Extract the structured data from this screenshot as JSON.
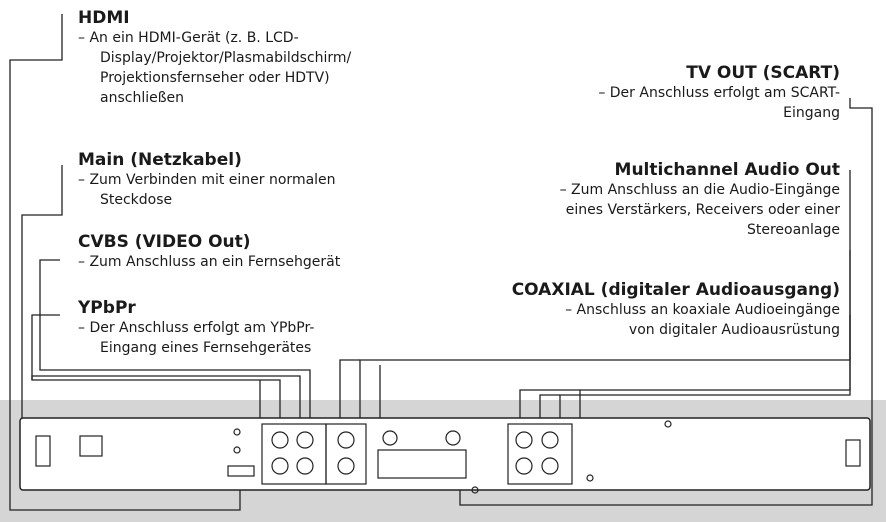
{
  "labels": {
    "hdmi": {
      "heading": "HDMI",
      "desc": [
        "– An ein HDMI-Gerät (z. B. LCD-",
        "Display/Projektor/Plasmabildschirm/",
        "Projektionsfernseher oder HDTV)",
        "anschließen"
      ]
    },
    "main": {
      "heading": "Main (Netzkabel)",
      "desc": [
        "– Zum Verbinden mit einer normalen",
        "Steckdose"
      ]
    },
    "cvbs": {
      "heading": "CVBS (VIDEO Out)",
      "desc": [
        "– Zum Anschluss an ein Fernsehgerät"
      ]
    },
    "ypbpr": {
      "heading": "YPbPr",
      "desc": [
        "– Der Anschluss erfolgt am YPbPr-",
        "Eingang eines Fernsehgerätes"
      ]
    },
    "tvout": {
      "heading": "TV OUT (SCART)",
      "desc": [
        "– Der Anschluss erfolgt am SCART-",
        "Eingang"
      ]
    },
    "multichannel": {
      "heading": "Multichannel Audio Out",
      "desc": [
        "– Zum Anschluss an die Audio-Eingänge",
        "eines Verstärkers, Receivers oder einer",
        "Stereoanlage"
      ]
    },
    "coaxial": {
      "heading": "COAXIAL (digitaler Audioausgang)",
      "desc": [
        "– Anschluss an koaxiale Audioeingänge",
        "von digitaler Audioausrüstung"
      ]
    }
  }
}
